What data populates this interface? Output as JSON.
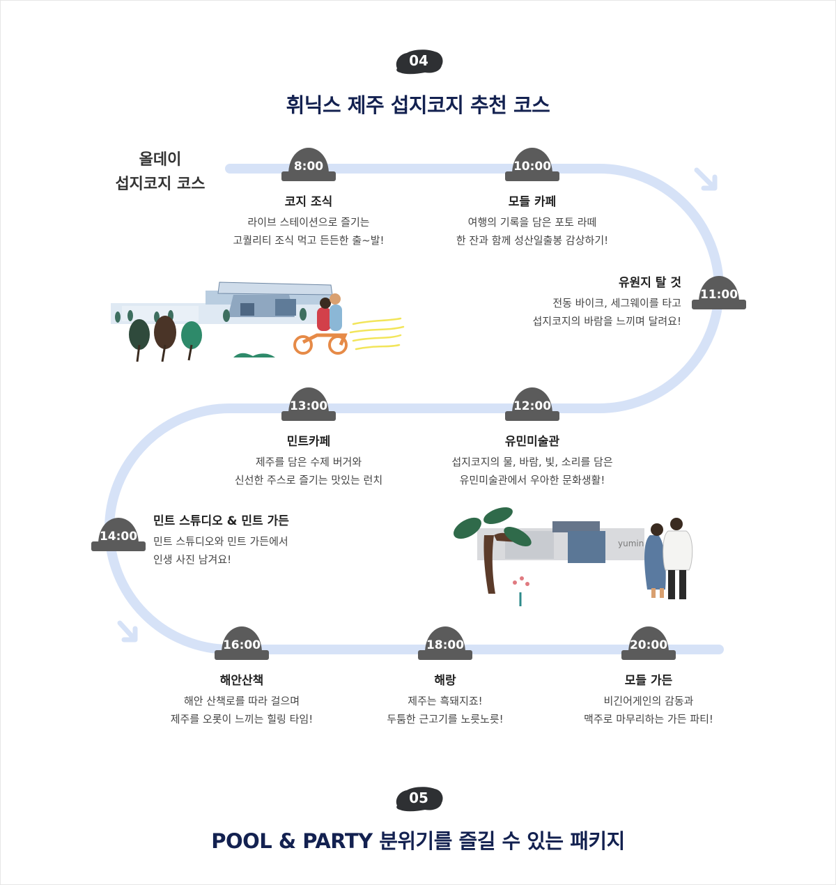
{
  "sections": [
    {
      "number": "04",
      "title": "휘닉스 제주 섭지코지 추천 코스"
    },
    {
      "number": "05",
      "title": "POOL & PARTY 분위기를 즐길 수 있는 패키지"
    }
  ],
  "course": {
    "label_line1": "올데이",
    "label_line2": "섭지코지 코스",
    "stops": [
      {
        "time": "8:00",
        "name": "코지 조식",
        "desc1": "라이브 스테이션으로 즐기는",
        "desc2": "고퀄리티 조식 먹고 든든한 출~발!"
      },
      {
        "time": "10:00",
        "name": "모들 카페",
        "desc1": "여행의 기록을 담은 포토 라떼",
        "desc2": "한 잔과 함께 성산일출봉 감상하기!"
      },
      {
        "time": "11:00",
        "name": "유원지 탈 것",
        "desc1": "전동 바이크, 세그웨이를 타고",
        "desc2": "섭지코지의 바람을 느끼며 달려요!"
      },
      {
        "time": "12:00",
        "name": "유민미술관",
        "desc1": "섭지코지의 물, 바람, 빛, 소리를 담은",
        "desc2": "유민미술관에서 우아한 문화생활!"
      },
      {
        "time": "13:00",
        "name": "민트카페",
        "desc1": "제주를 담은 수제 버거와",
        "desc2": "신선한 주스로 즐기는 맛있는 런치"
      },
      {
        "time": "14:00",
        "name": "민트 스튜디오 & 민트 가든",
        "desc1": "민트 스튜디오와 민트 가든에서",
        "desc2": "인생 사진 남겨요!"
      },
      {
        "time": "16:00",
        "name": "해안산책",
        "desc1": "해안 산책로를 따라 걸으며",
        "desc2": "제주를 오롯이 느끼는 힐링 타임!"
      },
      {
        "time": "18:00",
        "name": "해랑",
        "desc1": "제주는 흑돼지죠!",
        "desc2": "두툼한 근고기를 노릇노릇!"
      },
      {
        "time": "20:00",
        "name": "모들 가든",
        "desc1": "비긴어게인의 감동과",
        "desc2": "맥주로 마무리하는 가든 파티!"
      }
    ]
  },
  "illustrations": {
    "museum_sign": "yumin"
  },
  "colors": {
    "title_navy": "#132150",
    "path_blue": "#d6e2f7",
    "pin_gray": "#5b5b5b",
    "badge_dark": "#2e3033"
  }
}
